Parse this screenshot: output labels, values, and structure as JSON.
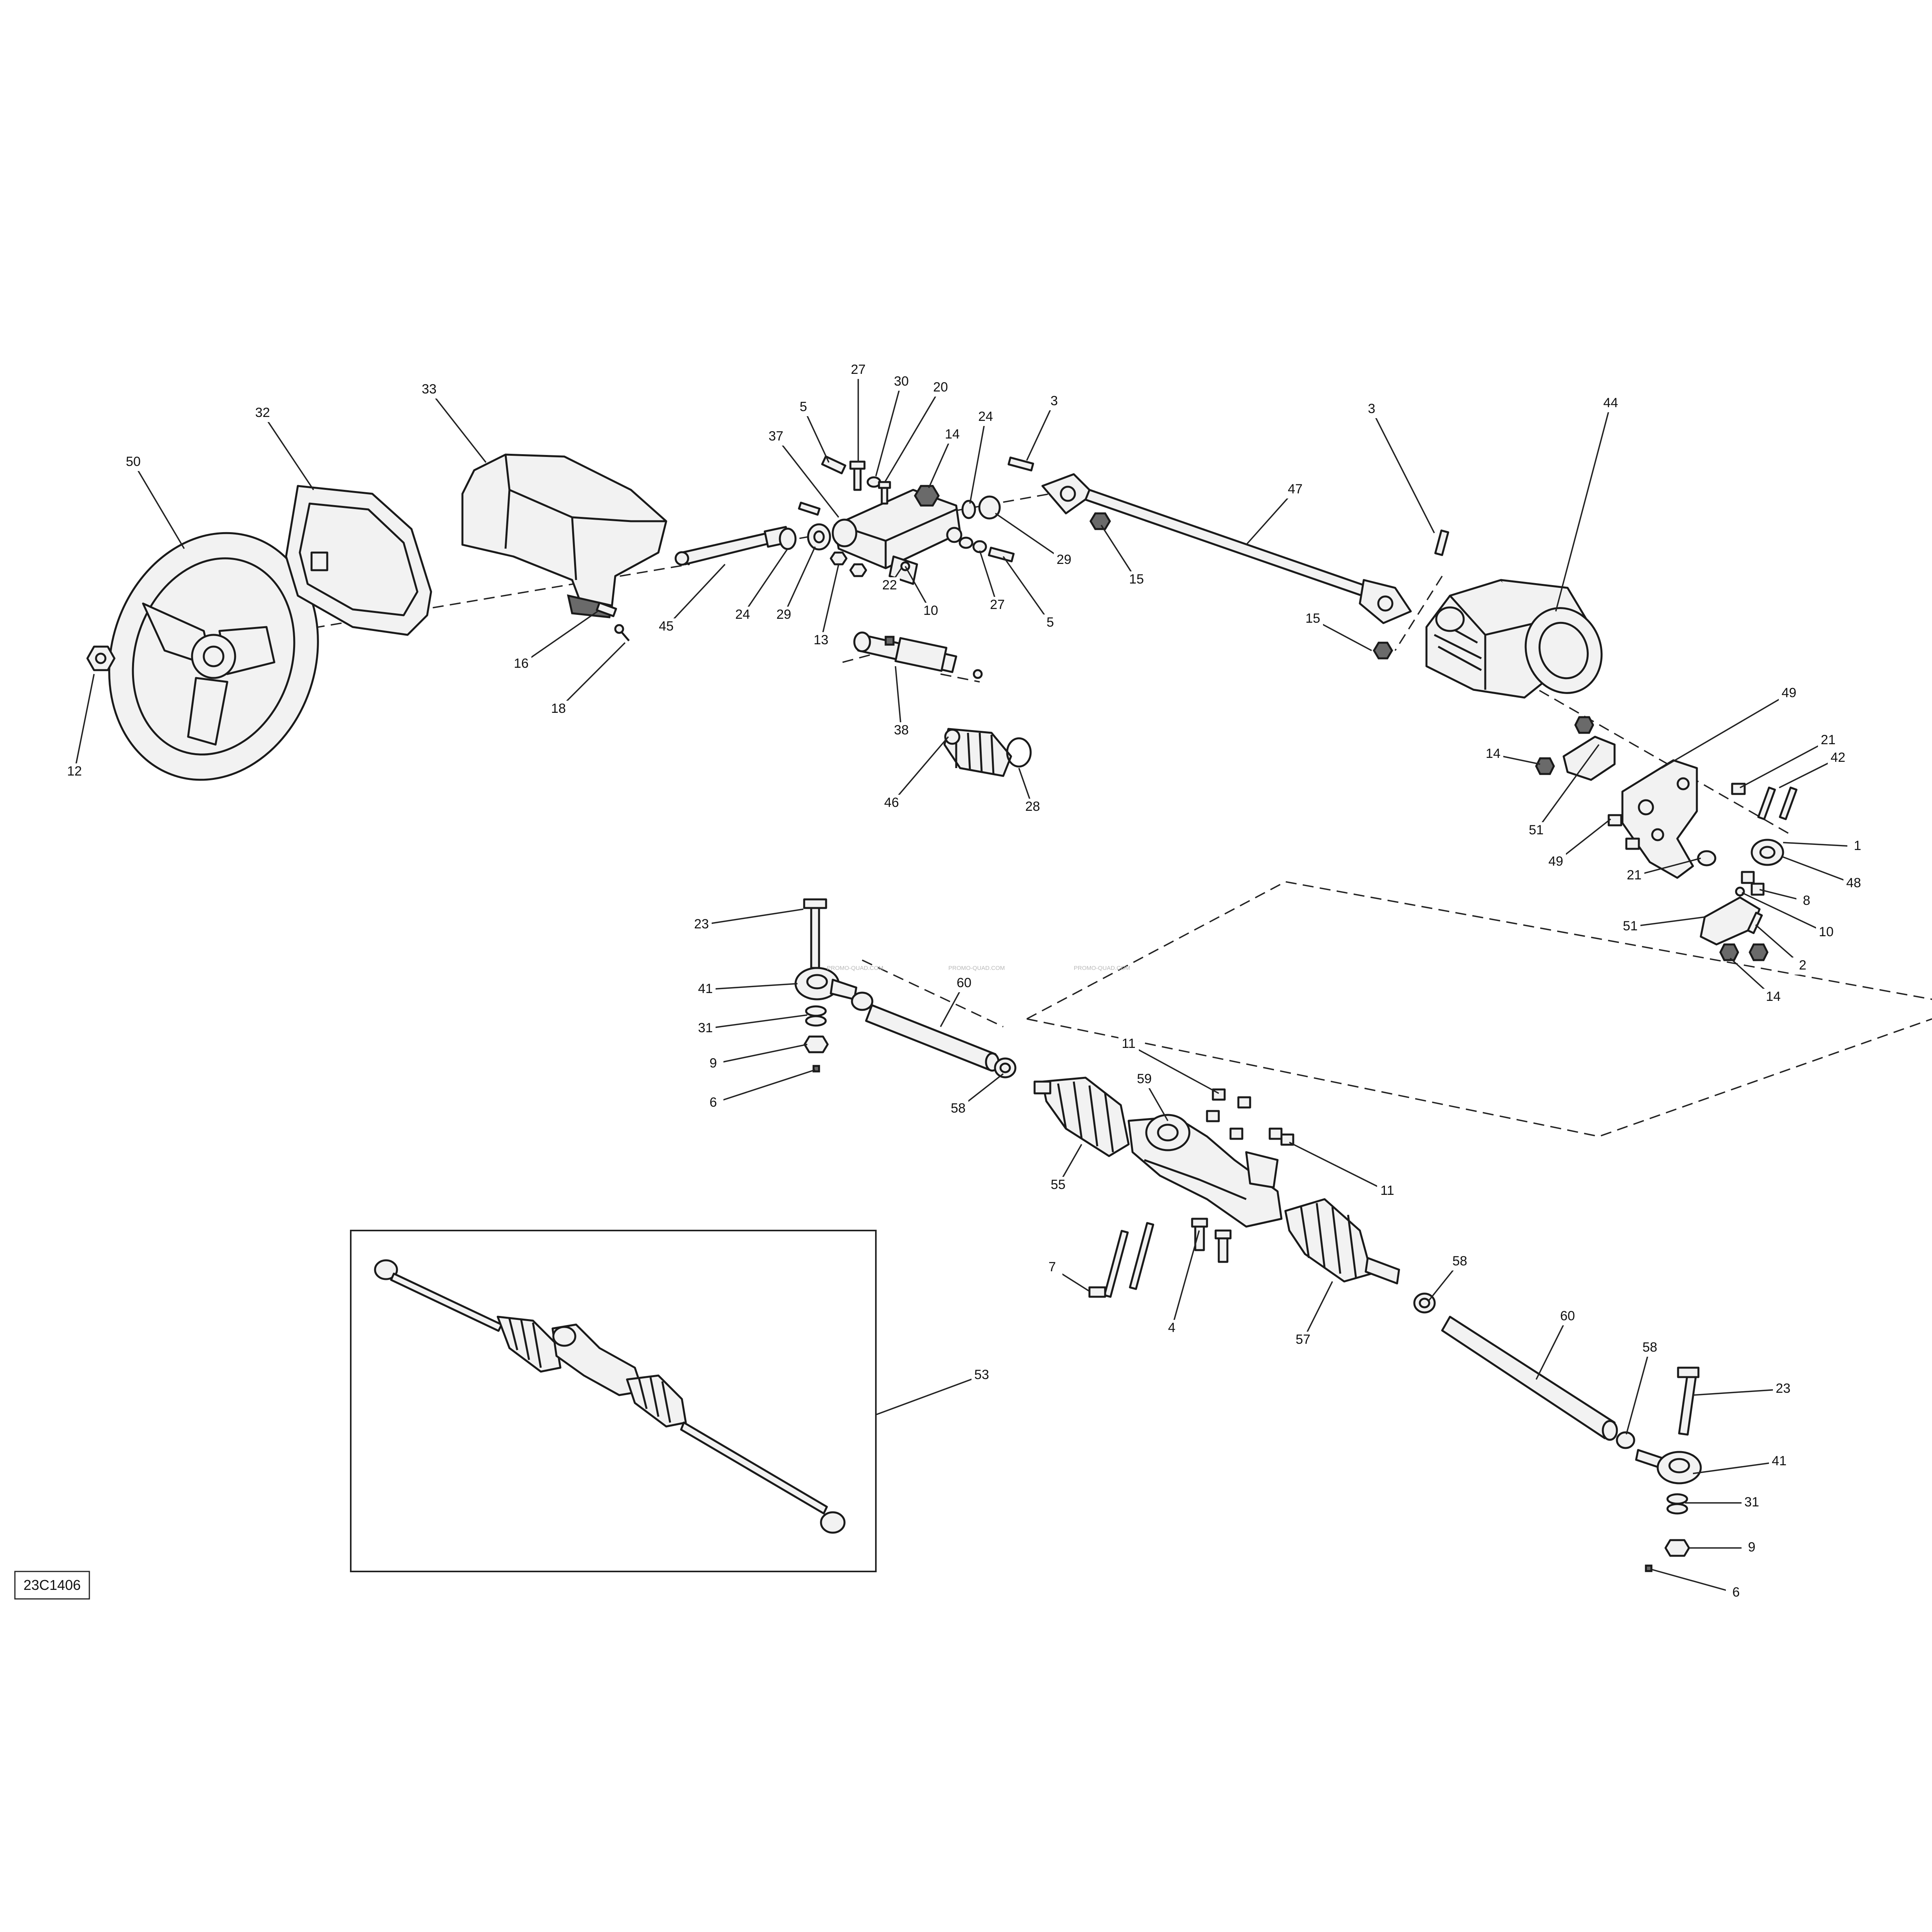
{
  "diagram": {
    "code": "23C1406",
    "watermark": "PROMO-QUAD.COM",
    "callouts": [
      "50",
      "32",
      "33",
      "12",
      "16",
      "18",
      "45",
      "24",
      "29",
      "13",
      "22",
      "10",
      "38",
      "46",
      "28",
      "37",
      "5",
      "27",
      "30",
      "20",
      "14",
      "24",
      "3",
      "29",
      "15",
      "27",
      "5",
      "47",
      "3",
      "15",
      "44",
      "49",
      "21",
      "42",
      "14",
      "51",
      "49",
      "21",
      "1",
      "48",
      "8",
      "10",
      "51",
      "2",
      "14",
      "23",
      "41",
      "31",
      "9",
      "6",
      "60",
      "58",
      "11",
      "59",
      "55",
      "11",
      "7",
      "4",
      "57",
      "58",
      "60",
      "58",
      "23",
      "41",
      "31",
      "9",
      "6",
      "53"
    ]
  }
}
